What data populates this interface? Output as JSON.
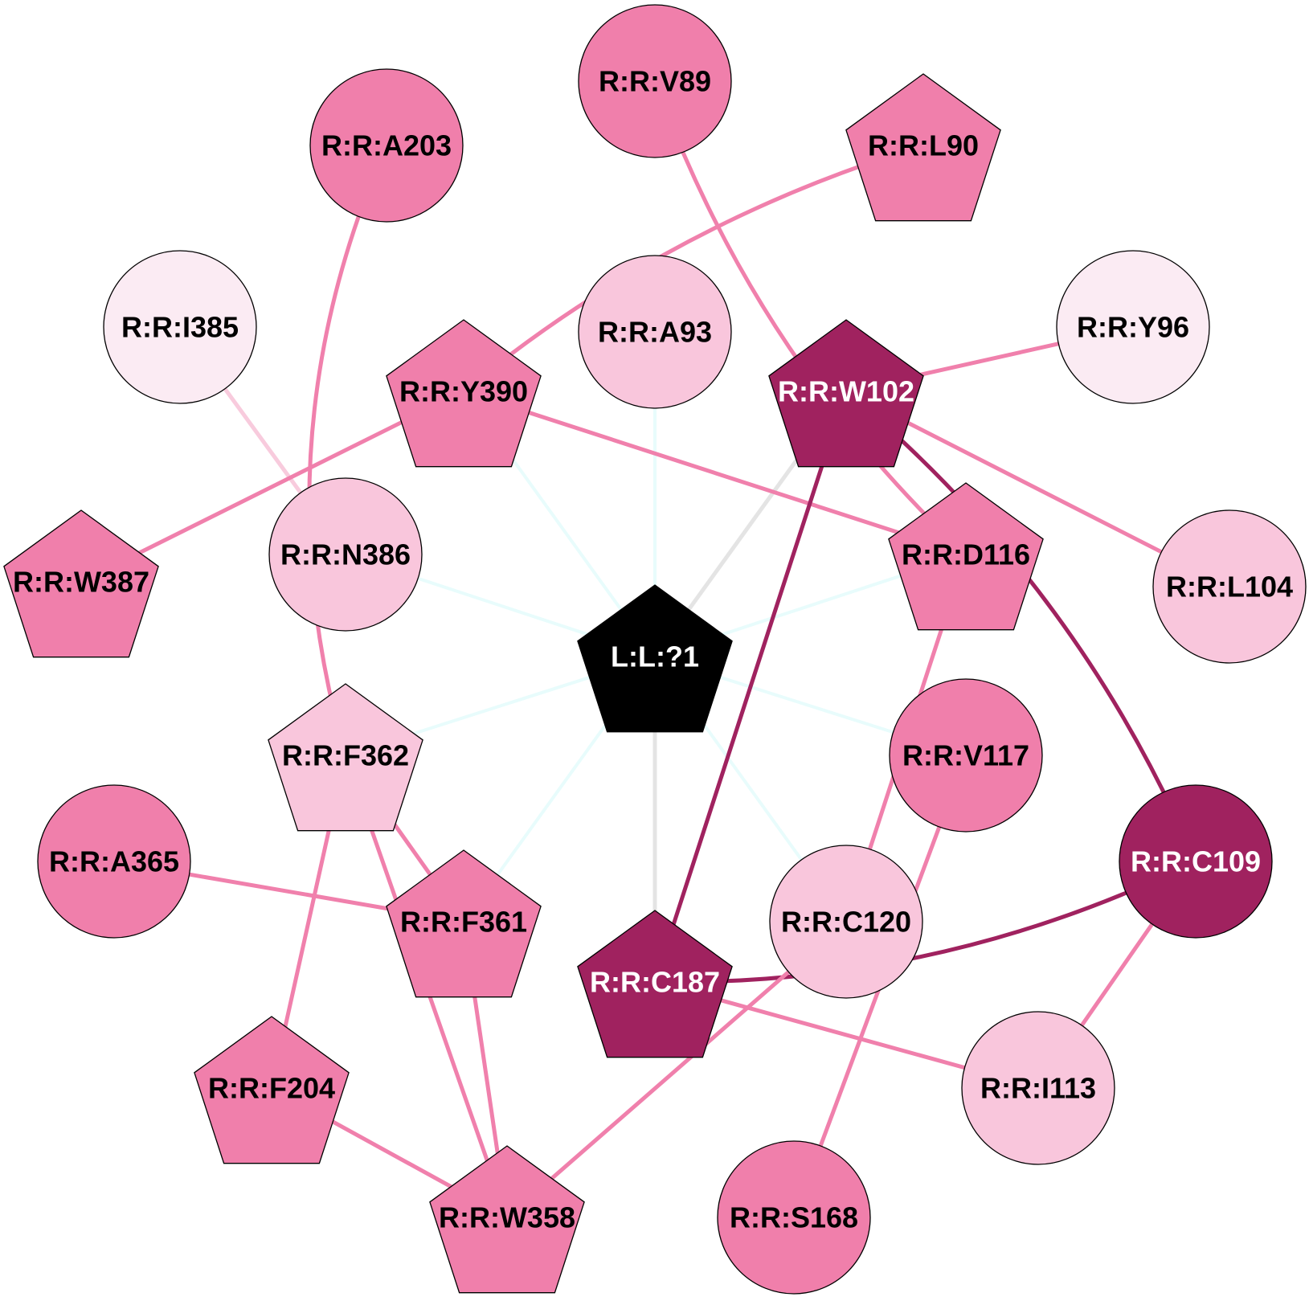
{
  "colors": {
    "ligand": "#000000",
    "hub": "#a0225f",
    "strong": "#f07fab",
    "medium": "#f9c6dc",
    "light": "#fbebf3",
    "edge_ligand": "#e8fcfc",
    "edge_grey": "#e4e4e4",
    "edge_pink": "#f080ac",
    "edge_faint": "#f8cbdd",
    "edge_hub": "#a0225f"
  },
  "nodes": [
    {
      "id": "L:L:?1",
      "label": "L:L:?1",
      "shape": "pentagon",
      "fill": "ligand",
      "text": "#ffffff"
    },
    {
      "id": "R:R:V89",
      "label": "R:R:V89",
      "shape": "circle",
      "fill": "strong",
      "text": "#000000"
    },
    {
      "id": "R:R:A203",
      "label": "R:R:A203",
      "shape": "circle",
      "fill": "strong",
      "text": "#000000"
    },
    {
      "id": "R:R:L90",
      "label": "R:R:L90",
      "shape": "pentagon",
      "fill": "strong",
      "text": "#000000"
    },
    {
      "id": "R:R:I385",
      "label": "R:R:I385",
      "shape": "circle",
      "fill": "light",
      "text": "#000000"
    },
    {
      "id": "R:R:A93",
      "label": "R:R:A93",
      "shape": "circle",
      "fill": "medium",
      "text": "#000000"
    },
    {
      "id": "R:R:Y96",
      "label": "R:R:Y96",
      "shape": "circle",
      "fill": "light",
      "text": "#000000"
    },
    {
      "id": "R:R:Y390",
      "label": "R:R:Y390",
      "shape": "pentagon",
      "fill": "strong",
      "text": "#000000"
    },
    {
      "id": "R:R:W102",
      "label": "R:R:W102",
      "shape": "pentagon",
      "fill": "hub",
      "text": "#ffffff"
    },
    {
      "id": "R:R:W387",
      "label": "R:R:W387",
      "shape": "pentagon",
      "fill": "strong",
      "text": "#000000"
    },
    {
      "id": "R:R:N386",
      "label": "R:R:N386",
      "shape": "circle",
      "fill": "medium",
      "text": "#000000"
    },
    {
      "id": "R:R:D116",
      "label": "R:R:D116",
      "shape": "pentagon",
      "fill": "strong",
      "text": "#000000"
    },
    {
      "id": "R:R:L104",
      "label": "R:R:L104",
      "shape": "circle",
      "fill": "medium",
      "text": "#000000"
    },
    {
      "id": "R:R:F362",
      "label": "R:R:F362",
      "shape": "pentagon",
      "fill": "medium",
      "text": "#000000"
    },
    {
      "id": "R:R:V117",
      "label": "R:R:V117",
      "shape": "circle",
      "fill": "strong",
      "text": "#000000"
    },
    {
      "id": "R:R:A365",
      "label": "R:R:A365",
      "shape": "circle",
      "fill": "strong",
      "text": "#000000"
    },
    {
      "id": "R:R:F361",
      "label": "R:R:F361",
      "shape": "pentagon",
      "fill": "strong",
      "text": "#000000"
    },
    {
      "id": "R:R:C109",
      "label": "R:R:C109",
      "shape": "circle",
      "fill": "hub",
      "text": "#ffffff"
    },
    {
      "id": "R:R:C120",
      "label": "R:R:C120",
      "shape": "circle",
      "fill": "medium",
      "text": "#000000"
    },
    {
      "id": "R:R:C187",
      "label": "R:R:C187",
      "shape": "pentagon",
      "fill": "hub",
      "text": "#ffffff"
    },
    {
      "id": "R:R:F204",
      "label": "R:R:F204",
      "shape": "pentagon",
      "fill": "strong",
      "text": "#000000"
    },
    {
      "id": "R:R:I113",
      "label": "R:R:I113",
      "shape": "circle",
      "fill": "medium",
      "text": "#000000"
    },
    {
      "id": "R:R:W358",
      "label": "R:R:W358",
      "shape": "pentagon",
      "fill": "strong",
      "text": "#000000"
    },
    {
      "id": "R:R:S168",
      "label": "R:R:S168",
      "shape": "circle",
      "fill": "strong",
      "text": "#000000"
    }
  ],
  "edges": [
    {
      "source": "L:L:?1",
      "target": "R:R:A93",
      "color": "edge_ligand"
    },
    {
      "source": "L:L:?1",
      "target": "R:R:Y390",
      "color": "edge_ligand"
    },
    {
      "source": "L:L:?1",
      "target": "R:R:N386",
      "color": "edge_ligand"
    },
    {
      "source": "L:L:?1",
      "target": "R:R:D116",
      "color": "edge_ligand"
    },
    {
      "source": "L:L:?1",
      "target": "R:R:F362",
      "color": "edge_ligand"
    },
    {
      "source": "L:L:?1",
      "target": "R:R:V117",
      "color": "edge_ligand"
    },
    {
      "source": "L:L:?1",
      "target": "R:R:F361",
      "color": "edge_ligand"
    },
    {
      "source": "L:L:?1",
      "target": "R:R:C120",
      "color": "edge_ligand"
    },
    {
      "source": "L:L:?1",
      "target": "R:R:W102",
      "color": "edge_grey"
    },
    {
      "source": "L:L:?1",
      "target": "R:R:C187",
      "color": "edge_grey"
    },
    {
      "source": "R:R:V89",
      "target": "R:R:D116",
      "color": "edge_pink",
      "bend": 0.12
    },
    {
      "source": "R:R:L90",
      "target": "R:R:Y390",
      "color": "edge_pink",
      "bend": 0.1
    },
    {
      "source": "R:R:A203",
      "target": "R:R:F362",
      "color": "edge_pink",
      "bend": 0.18
    },
    {
      "source": "R:R:I385",
      "target": "R:R:N386",
      "color": "edge_faint"
    },
    {
      "source": "R:R:Y96",
      "target": "R:R:W102",
      "color": "edge_pink"
    },
    {
      "source": "R:R:Y390",
      "target": "R:R:W387",
      "color": "edge_pink"
    },
    {
      "source": "R:R:Y390",
      "target": "R:R:D116",
      "color": "edge_pink"
    },
    {
      "source": "R:R:W102",
      "target": "R:R:L104",
      "color": "edge_pink"
    },
    {
      "source": "R:R:W102",
      "target": "R:R:C187",
      "color": "edge_hub"
    },
    {
      "source": "R:R:W102",
      "target": "R:R:C109",
      "color": "edge_hub",
      "bend": -0.12
    },
    {
      "source": "R:R:D116",
      "target": "R:R:C120",
      "color": "edge_pink"
    },
    {
      "source": "R:R:F362",
      "target": "R:R:F361",
      "color": "edge_pink"
    },
    {
      "source": "R:R:F362",
      "target": "R:R:F204",
      "color": "edge_pink"
    },
    {
      "source": "R:R:F362",
      "target": "R:R:W358",
      "color": "edge_pink"
    },
    {
      "source": "R:R:A365",
      "target": "R:R:F361",
      "color": "edge_pink"
    },
    {
      "source": "R:R:F361",
      "target": "R:R:W358",
      "color": "edge_pink"
    },
    {
      "source": "R:R:V117",
      "target": "R:R:S168",
      "color": "edge_pink"
    },
    {
      "source": "R:R:C109",
      "target": "R:R:C187",
      "color": "edge_hub",
      "bend": -0.12
    },
    {
      "source": "R:R:C109",
      "target": "R:R:I113",
      "color": "edge_pink"
    },
    {
      "source": "R:R:C187",
      "target": "R:R:I113",
      "color": "edge_pink"
    },
    {
      "source": "R:R:C120",
      "target": "R:R:W358",
      "color": "edge_pink"
    },
    {
      "source": "R:R:F204",
      "target": "R:R:W358",
      "color": "edge_pink"
    }
  ]
}
